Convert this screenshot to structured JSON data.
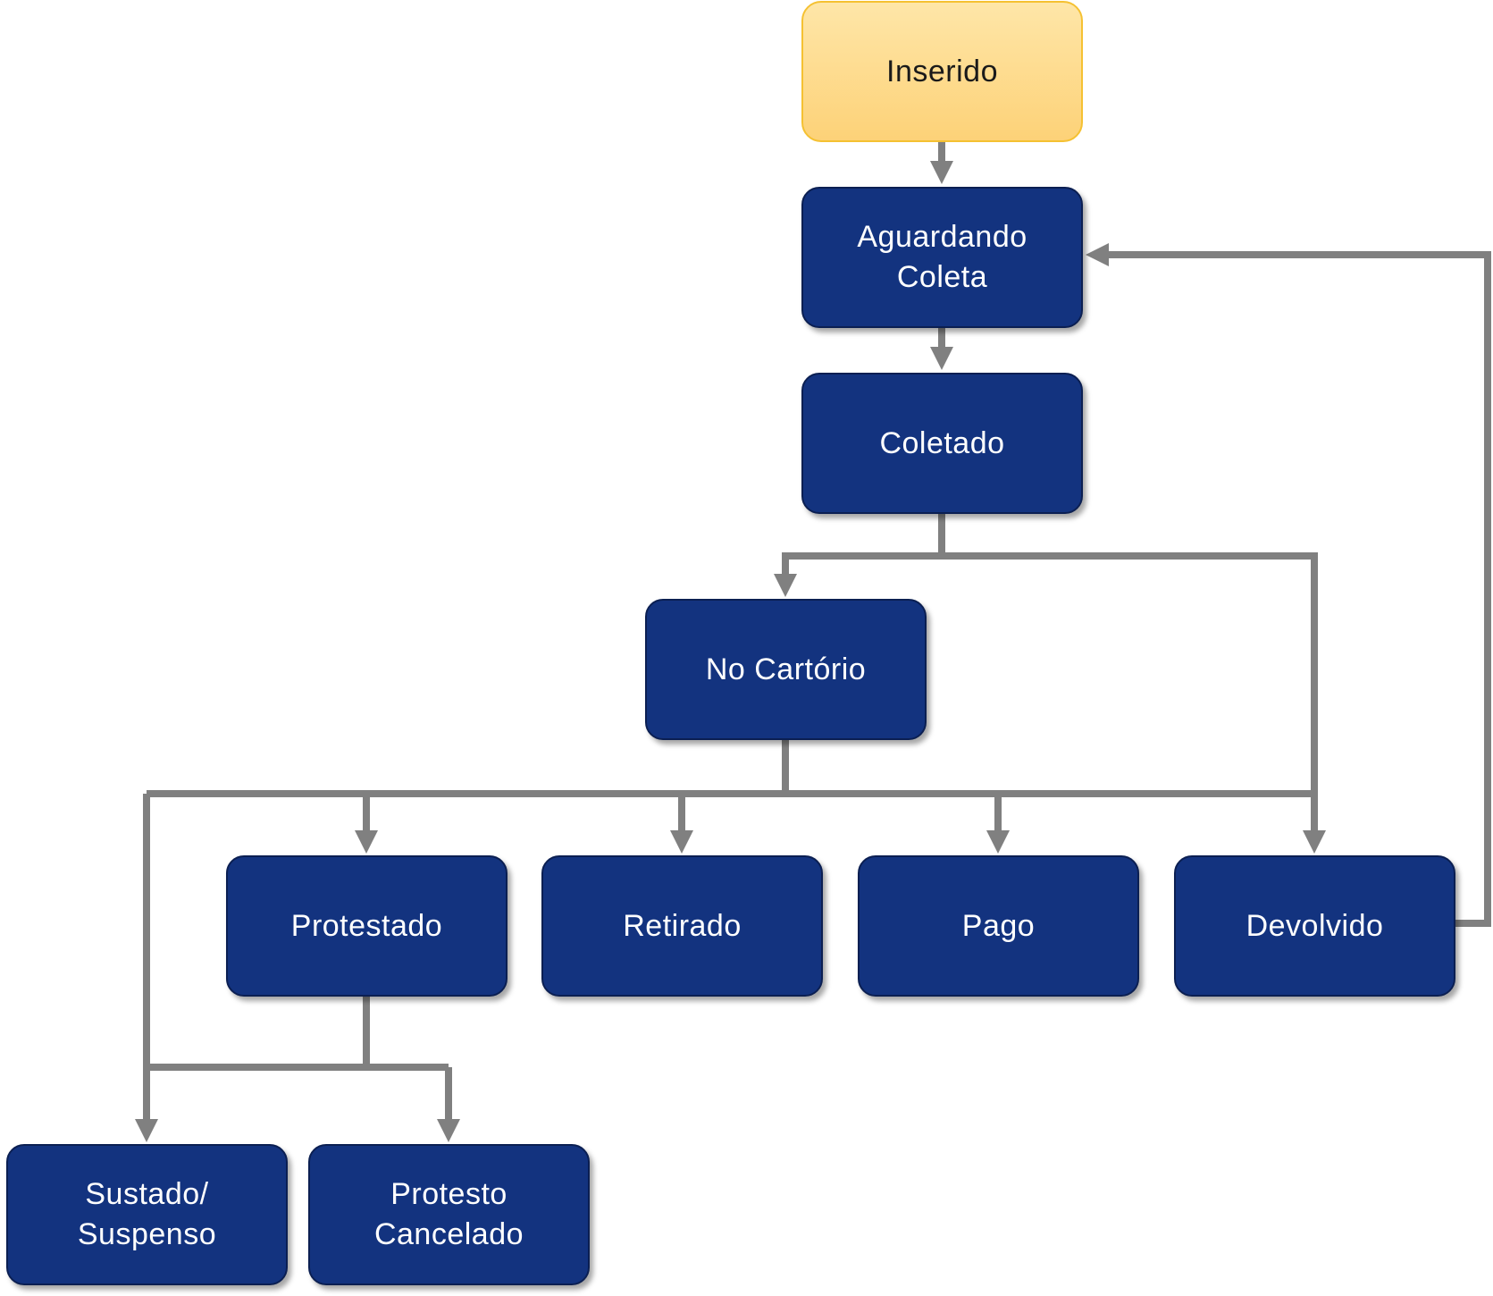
{
  "diagram": {
    "type": "flowchart",
    "nodes": [
      {
        "id": "inserido",
        "label": "Inserido",
        "style": "start"
      },
      {
        "id": "aguardando",
        "label": "Aguardando\nColeta",
        "style": "state"
      },
      {
        "id": "coletado",
        "label": "Coletado",
        "style": "state"
      },
      {
        "id": "cartorio",
        "label": "No Cartório",
        "style": "state"
      },
      {
        "id": "protestado",
        "label": "Protestado",
        "style": "state"
      },
      {
        "id": "retirado",
        "label": "Retirado",
        "style": "state"
      },
      {
        "id": "pago",
        "label": "Pago",
        "style": "state"
      },
      {
        "id": "devolvido",
        "label": "Devolvido",
        "style": "state"
      },
      {
        "id": "sustado",
        "label": "Sustado/\nSuspenso",
        "style": "state"
      },
      {
        "id": "cancelado",
        "label": "Protesto\nCancelado",
        "style": "state"
      }
    ],
    "edges": [
      {
        "from": "inserido",
        "to": "aguardando"
      },
      {
        "from": "aguardando",
        "to": "coletado"
      },
      {
        "from": "coletado",
        "to": "cartorio"
      },
      {
        "from": "coletado",
        "to": "devolvido"
      },
      {
        "from": "cartorio",
        "to": "protestado"
      },
      {
        "from": "cartorio",
        "to": "retirado"
      },
      {
        "from": "cartorio",
        "to": "pago"
      },
      {
        "from": "cartorio",
        "to": "devolvido"
      },
      {
        "from": "cartorio",
        "to": "sustado"
      },
      {
        "from": "protestado",
        "to": "sustado"
      },
      {
        "from": "protestado",
        "to": "cancelado"
      },
      {
        "from": "devolvido",
        "to": "aguardando"
      }
    ],
    "colors": {
      "node_fill": "#13337f",
      "node_text": "#ffffff",
      "start_fill": "#fdd88a",
      "start_border": "#f5c132",
      "connector": "#808080"
    }
  }
}
